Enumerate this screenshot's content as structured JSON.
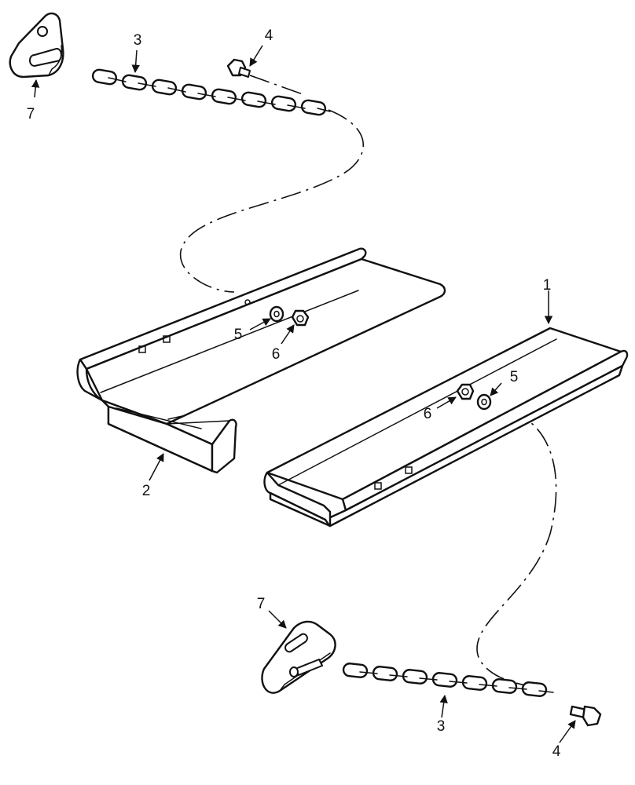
{
  "callouts": {
    "tray_right": "1",
    "tray_left": "2",
    "chain_top": "3",
    "chain_bottom": "3",
    "bolt_top": "4",
    "bolt_bottom": "4",
    "washer_left": "5",
    "washer_right": "5",
    "nut_left": "6",
    "nut_right": "6",
    "bracket_top": "7",
    "bracket_bottom": "7"
  }
}
